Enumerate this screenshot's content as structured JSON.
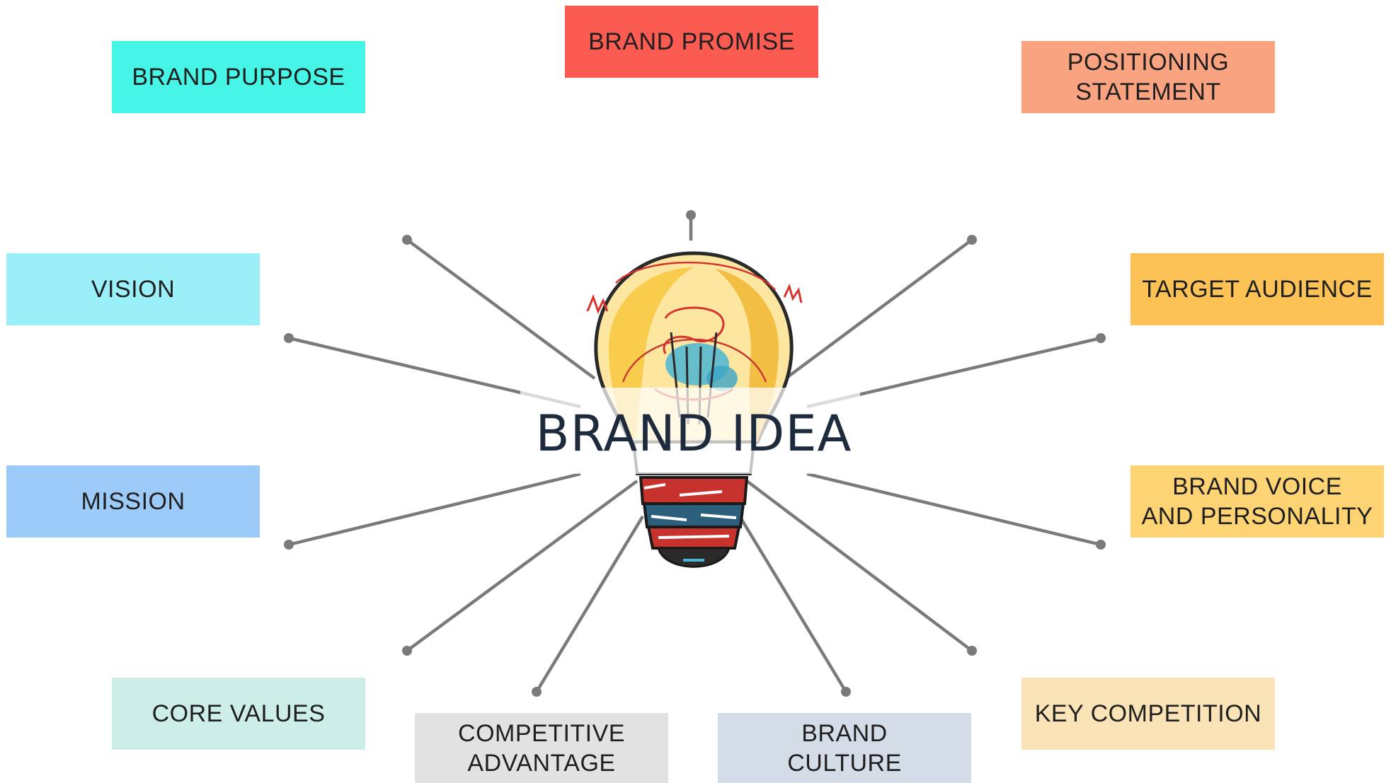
{
  "center": {
    "title": "BRAND IDEA"
  },
  "nodes": [
    {
      "id": "brand-purpose",
      "label": "BRAND PURPOSE",
      "color": "#46F5E6"
    },
    {
      "id": "brand-promise",
      "label": "BRAND PROMISE",
      "color": "#FC5B52"
    },
    {
      "id": "positioning-statement",
      "label": "POSITIONING\nSTATEMENT",
      "color": "#F9A380"
    },
    {
      "id": "vision",
      "label": "VISION",
      "color": "#9BEFF8"
    },
    {
      "id": "target-audience",
      "label": "TARGET AUDIENCE",
      "color": "#FDC256"
    },
    {
      "id": "mission",
      "label": "MISSION",
      "color": "#9DCBF9"
    },
    {
      "id": "brand-voice-and-personality",
      "label": "BRAND VOICE\nAND PERSONALITY",
      "color": "#FDD374"
    },
    {
      "id": "core-values",
      "label": "CORE VALUES",
      "color": "#CDEEE8"
    },
    {
      "id": "competitive-advantage",
      "label": "COMPETITIVE\nADVANTAGE",
      "color": "#E2E2E2"
    },
    {
      "id": "brand-culture",
      "label": "BRAND\nCULTURE",
      "color": "#D4DCE8"
    },
    {
      "id": "key-competition",
      "label": "KEY COMPETITION",
      "color": "#FBE3B8"
    }
  ],
  "colors": {
    "connector": "#7a7a7a",
    "title": "#1e2b3c"
  }
}
